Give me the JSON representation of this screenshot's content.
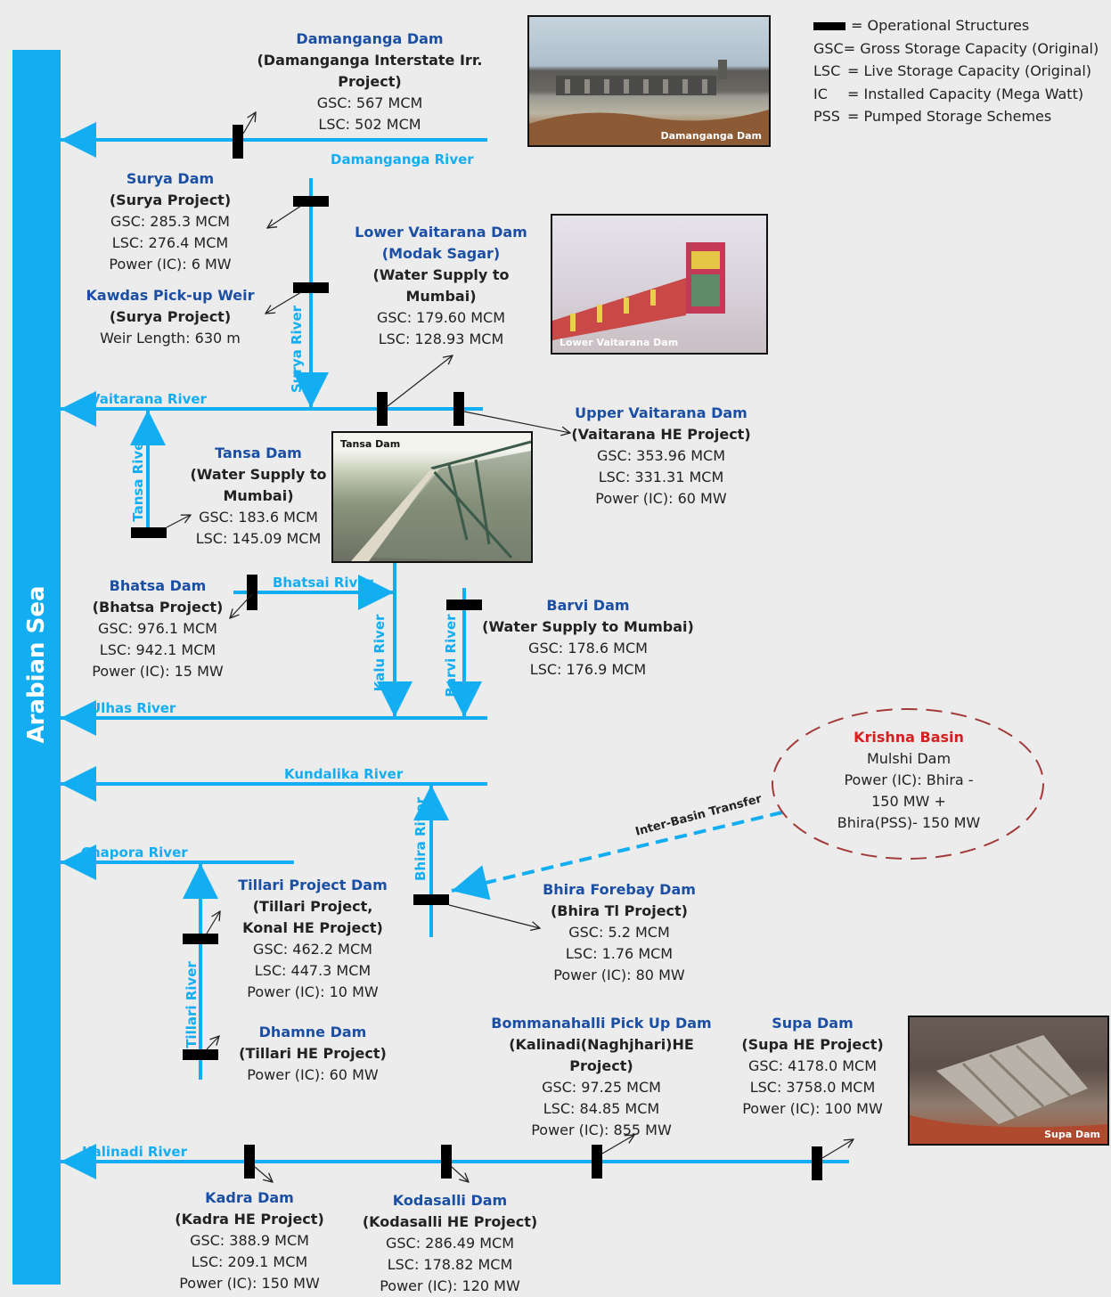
{
  "sea_label": "Arabian Sea",
  "legend": {
    "operational": "= Operational Structures",
    "gsc_abbr": "GSC",
    "gsc_def": "= Gross Storage Capacity (Original)",
    "lsc_abbr": "LSC",
    "lsc_def": "= Live Storage Capacity (Original)",
    "ic_abbr": "IC",
    "ic_def": "= Installed Capacity (Mega Watt)",
    "pss_abbr": "PSS",
    "pss_def": "= Pumped Storage Schemes"
  },
  "rivers": {
    "damanganga": "Damanganga River",
    "surya": "Surya River",
    "vaitarana": "Vaitarana River",
    "tansa": "Tansa River",
    "bhatsai": "Bhatsai River",
    "kalu": "Kalu River",
    "barvi": "Barvi River",
    "ulhas": "Ulhas River",
    "kundalika": "Kundalika River",
    "bhira": "Bhira River",
    "chapora": "Chapora River",
    "tillari": "Tillari River",
    "kalinadi": "Kalinadi River"
  },
  "transfer_label": "Inter-Basin Transfer",
  "dams": {
    "damanganga": {
      "name": "Damanganga Dam",
      "sub1": "(Damanganga Interstate Irr.",
      "sub2": "Project)",
      "gsc": "GSC: 567 MCM",
      "lsc": "LSC: 502 MCM"
    },
    "surya": {
      "name": "Surya Dam",
      "sub": "(Surya Project)",
      "gsc": "GSC: 285.3 MCM",
      "lsc": "LSC: 276.4 MCM",
      "power": "Power (IC): 6 MW"
    },
    "kawdas": {
      "name": "Kawdas Pick-up Weir",
      "sub": "(Surya Project)",
      "info": "Weir Length: 630 m"
    },
    "lower_vaitarana": {
      "name": "Lower Vaitarana Dam",
      "name2": "(Modak Sagar)",
      "sub1": "(Water Supply to",
      "sub2": "Mumbai)",
      "gsc": "GSC: 179.60 MCM",
      "lsc": "LSC: 128.93 MCM"
    },
    "upper_vaitarana": {
      "name": "Upper Vaitarana Dam",
      "sub": "(Vaitarana HE Project)",
      "gsc": "GSC: 353.96 MCM",
      "lsc": "LSC: 331.31 MCM",
      "power": "Power (IC): 60 MW"
    },
    "tansa": {
      "name": "Tansa Dam",
      "sub1": "(Water Supply to",
      "sub2": "Mumbai)",
      "gsc": "GSC: 183.6 MCM",
      "lsc": "LSC: 145.09 MCM"
    },
    "bhatsa": {
      "name": "Bhatsa Dam",
      "sub": "(Bhatsa Project)",
      "gsc": "GSC: 976.1 MCM",
      "lsc": "LSC: 942.1 MCM",
      "power": "Power (IC): 15 MW"
    },
    "barvi": {
      "name": "Barvi Dam",
      "sub": "(Water Supply to Mumbai)",
      "gsc": "GSC: 178.6 MCM",
      "lsc": "LSC: 176.9 MCM"
    },
    "krishna": {
      "name": "Krishna Basin",
      "l1": "Mulshi Dam",
      "l2": "Power (IC): Bhira -",
      "l3": "150 MW +",
      "l4": "Bhira(PSS)- 150  MW"
    },
    "tillari": {
      "name": "Tillari Project Dam",
      "sub1": "(Tillari Project,",
      "sub2": "Konal HE Project)",
      "gsc": "GSC: 462.2 MCM",
      "lsc": "LSC: 447.3 MCM",
      "power": "Power (IC): 10 MW"
    },
    "bhira": {
      "name": "Bhira Forebay Dam",
      "sub": "(Bhira Tl  Project)",
      "gsc": "GSC: 5.2 MCM",
      "lsc": "LSC: 1.76 MCM",
      "power": "Power (IC): 80 MW"
    },
    "dhamne": {
      "name": "Dhamne Dam",
      "sub": "(Tillari HE Project)",
      "power": "Power (IC): 60 MW"
    },
    "bommanahalli": {
      "name": "Bommanahalli Pick Up Dam",
      "sub1": "(Kalinadi(Naghjhari)HE",
      "sub2": "Project)",
      "gsc": "GSC: 97.25 MCM",
      "lsc": "LSC: 84.85 MCM",
      "power": "Power (IC): 855 MW"
    },
    "supa": {
      "name": "Supa Dam",
      "sub": "(Supa HE Project)",
      "gsc": "GSC: 4178.0 MCM",
      "lsc": "LSC: 3758.0 MCM",
      "power": "Power (IC): 100 MW"
    },
    "kadra": {
      "name": "Kadra Dam",
      "sub": "(Kadra HE Project)",
      "gsc": "GSC: 388.9 MCM",
      "lsc": "LSC: 209.1 MCM",
      "power": "Power (IC): 150 MW"
    },
    "kodasalli": {
      "name": "Kodasalli Dam",
      "sub": "(Kodasalli HE Project)",
      "gsc": "GSC: 286.49 MCM",
      "lsc": "LSC: 178.82 MCM",
      "power": "Power (IC): 120 MW"
    }
  },
  "photos": {
    "damanganga": "Damanganga Dam",
    "lower_vaitarana": "Lower Vaitarana Dam",
    "tansa": "Tansa Dam",
    "supa": "Supa Dam"
  },
  "colors": {
    "river": "#13aef2",
    "dam_title": "#1b4fa3",
    "basin_title": "#d42020",
    "basin_border": "#a33a3a",
    "structure": "#000000"
  }
}
